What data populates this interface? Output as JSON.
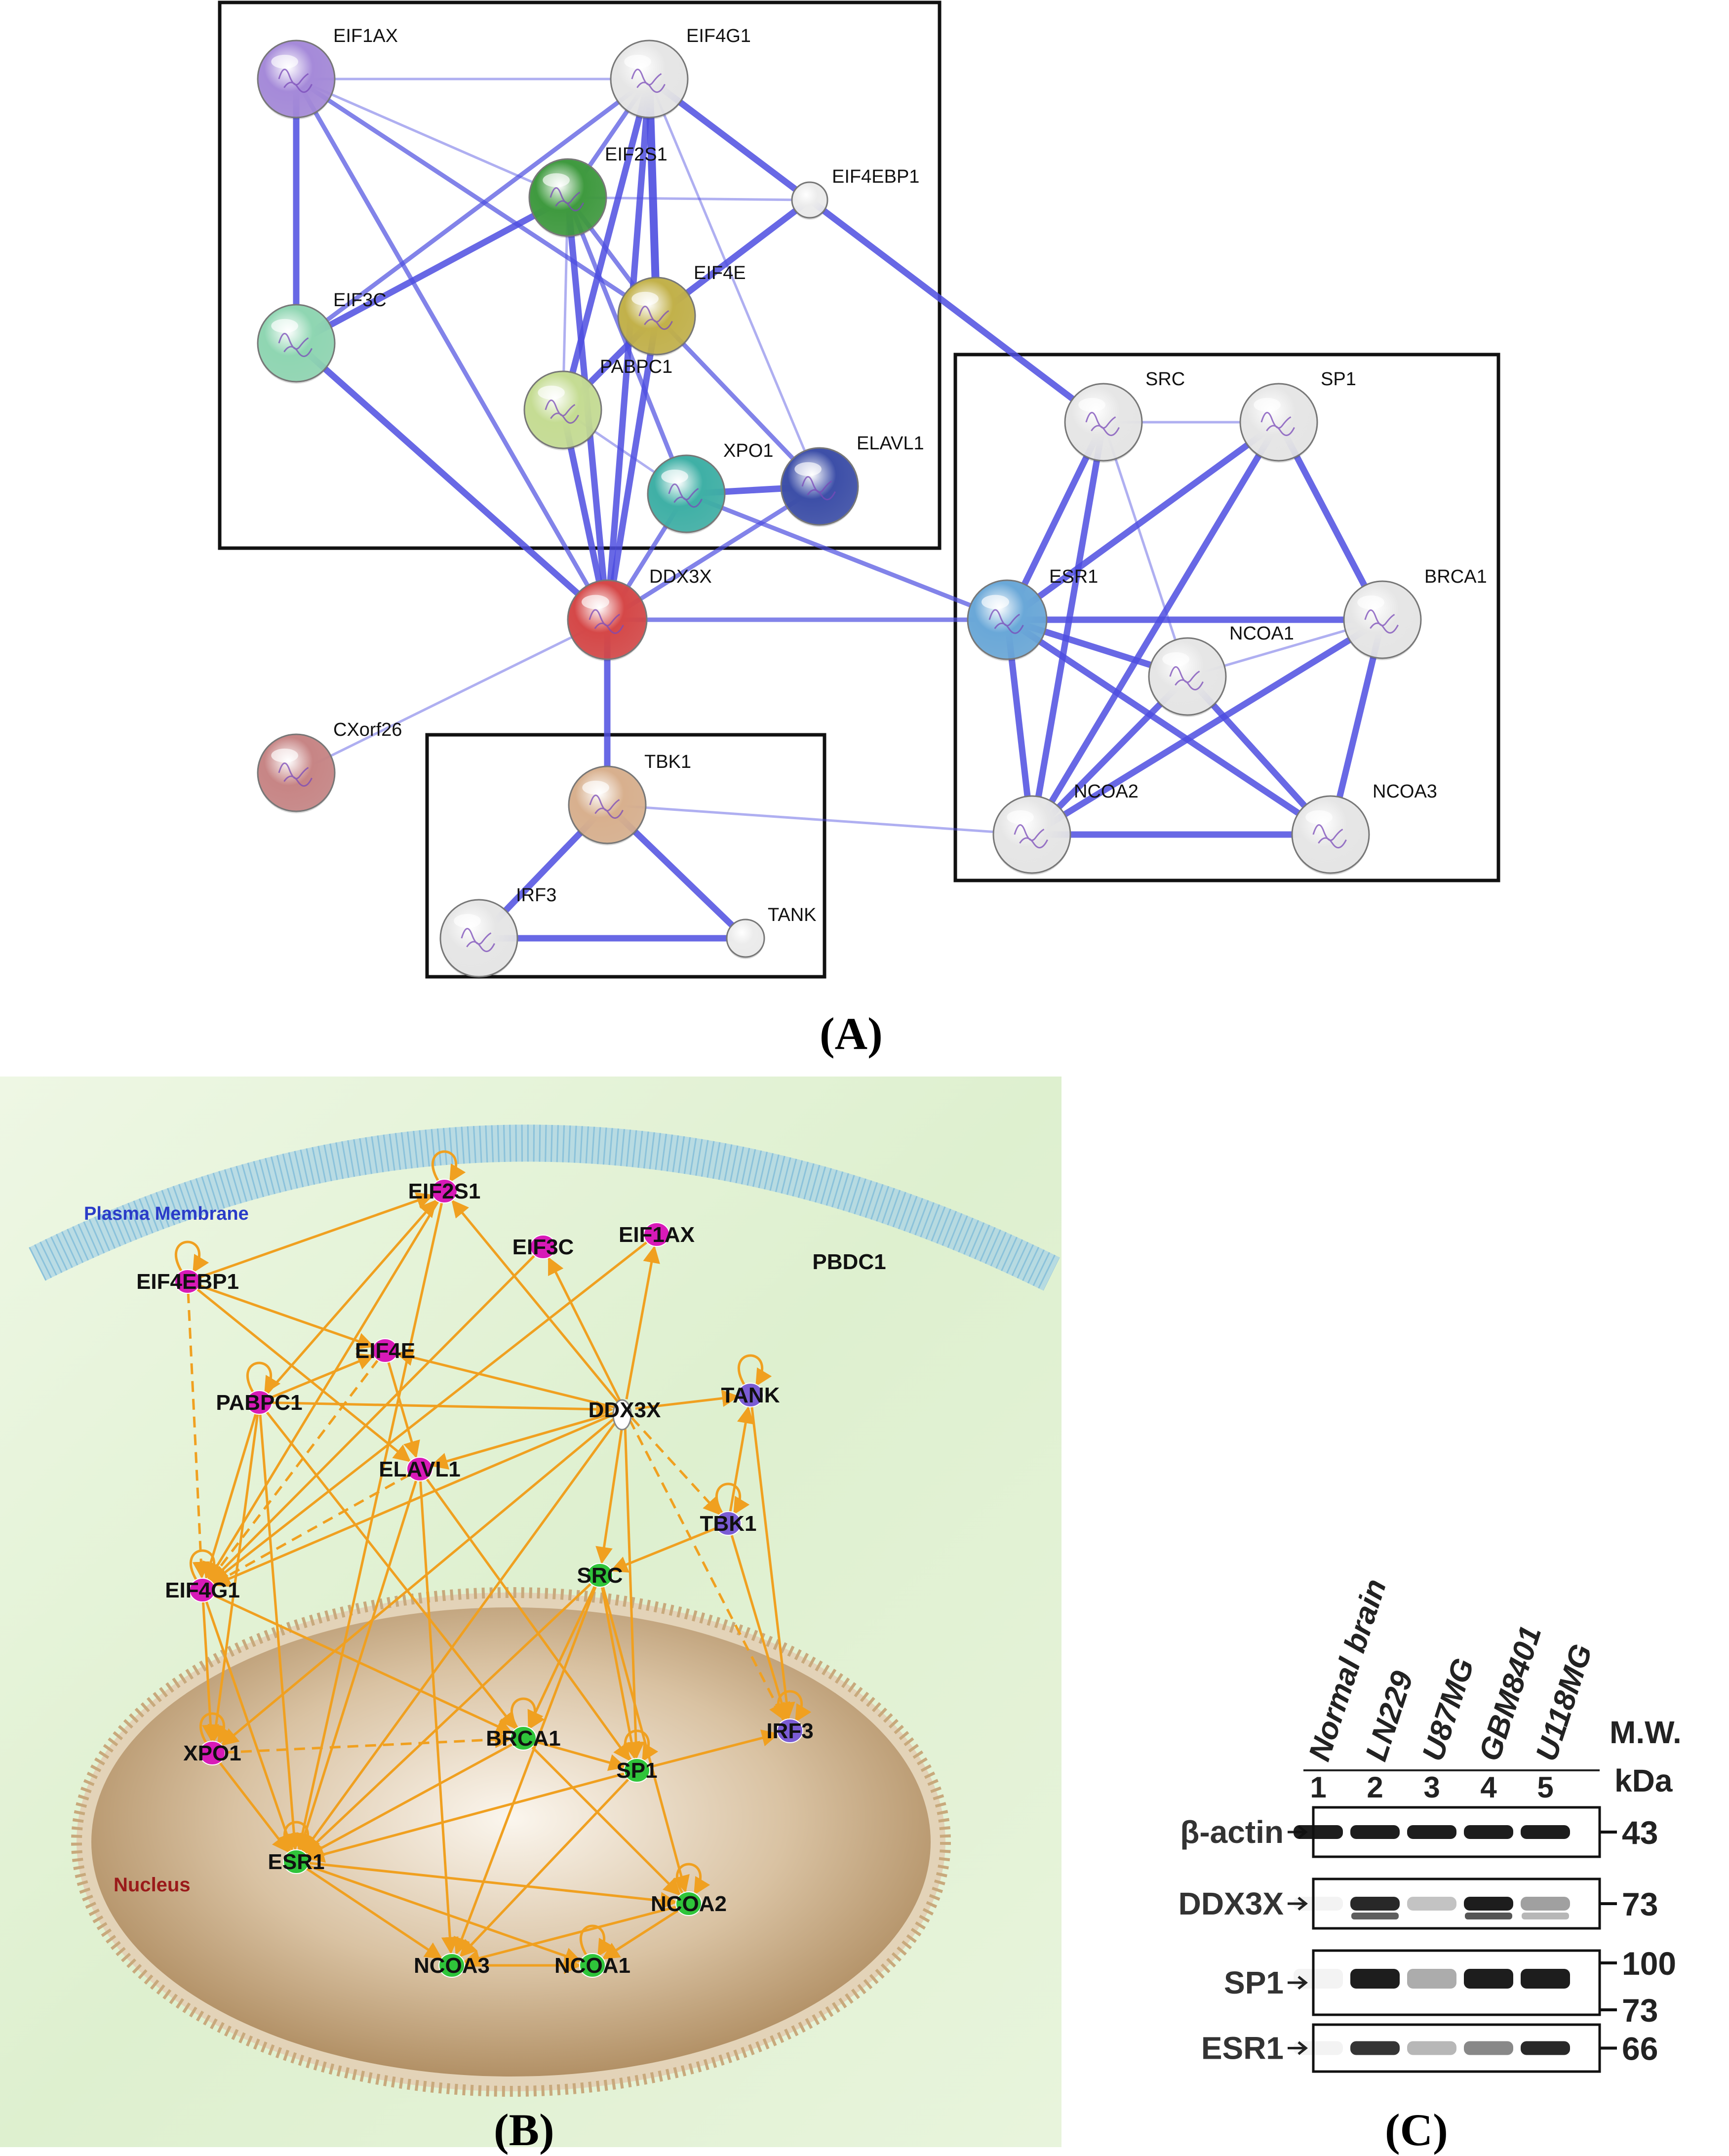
{
  "panel_a": {
    "caption": "(A)",
    "nodes": [
      {
        "id": "EIF1AX",
        "label": "EIF1AX",
        "color": "#a58ad9"
      },
      {
        "id": "EIF4G1",
        "label": "EIF4G1",
        "color": "#e6e6e6"
      },
      {
        "id": "EIF2S1",
        "label": "EIF2S1",
        "color": "#3f9a3f"
      },
      {
        "id": "EIF4EBP1",
        "label": "EIF4EBP1",
        "color": "#ececec"
      },
      {
        "id": "EIF3C",
        "label": "EIF3C",
        "color": "#8fd6b2"
      },
      {
        "id": "EIF4E",
        "label": "EIF4E",
        "color": "#c2b14a"
      },
      {
        "id": "PABPC1",
        "label": "PABPC1",
        "color": "#c5dc93"
      },
      {
        "id": "XPO1",
        "label": "XPO1",
        "color": "#3fb0a6"
      },
      {
        "id": "ELAVL1",
        "label": "ELAVL1",
        "color": "#3d4fa8"
      },
      {
        "id": "DDX3X",
        "label": "DDX3X",
        "color": "#d54848"
      },
      {
        "id": "CXorf26",
        "label": "CXorf26",
        "color": "#c78585"
      },
      {
        "id": "TBK1",
        "label": "TBK1",
        "color": "#d8b08e"
      },
      {
        "id": "IRF3",
        "label": "IRF3",
        "color": "#e6e6e6"
      },
      {
        "id": "TANK",
        "label": "TANK",
        "color": "#ececec"
      },
      {
        "id": "SRC",
        "label": "SRC",
        "color": "#e6e6e6"
      },
      {
        "id": "SP1",
        "label": "SP1",
        "color": "#e6e6e6"
      },
      {
        "id": "ESR1",
        "label": "ESR1",
        "color": "#6aa8d8"
      },
      {
        "id": "BRCA1",
        "label": "BRCA1",
        "color": "#e6e6e6"
      },
      {
        "id": "NCOA1",
        "label": "NCOA1",
        "color": "#e6e6e6"
      },
      {
        "id": "NCOA2",
        "label": "NCOA2",
        "color": "#e6e6e6"
      },
      {
        "id": "NCOA3",
        "label": "NCOA3",
        "color": "#e6e6e6"
      }
    ],
    "edges": [
      [
        "EIF1AX",
        "EIF4G1",
        1
      ],
      [
        "EIF1AX",
        "EIF3C",
        3
      ],
      [
        "EIF1AX",
        "EIF2S1",
        1
      ],
      [
        "EIF1AX",
        "EIF4E",
        2
      ],
      [
        "EIF1AX",
        "DDX3X",
        2
      ],
      [
        "EIF4G1",
        "EIF2S1",
        2
      ],
      [
        "EIF4G1",
        "EIF3C",
        2
      ],
      [
        "EIF4G1",
        "EIF4E",
        4
      ],
      [
        "EIF4G1",
        "EIF4EBP1",
        3
      ],
      [
        "EIF4G1",
        "PABPC1",
        3
      ],
      [
        "EIF4G1",
        "ELAVL1",
        1
      ],
      [
        "EIF4G1",
        "DDX3X",
        3
      ],
      [
        "EIF2S1",
        "EIF3C",
        3
      ],
      [
        "EIF2S1",
        "EIF4E",
        2
      ],
      [
        "EIF2S1",
        "EIF4EBP1",
        1
      ],
      [
        "EIF2S1",
        "PABPC1",
        1
      ],
      [
        "EIF2S1",
        "XPO1",
        2
      ],
      [
        "EIF2S1",
        "DDX3X",
        3
      ],
      [
        "EIF4EBP1",
        "EIF4E",
        3
      ],
      [
        "EIF4EBP1",
        "SRC",
        3
      ],
      [
        "EIF4E",
        "PABPC1",
        3
      ],
      [
        "EIF4E",
        "ELAVL1",
        2
      ],
      [
        "EIF4E",
        "DDX3X",
        3
      ],
      [
        "EIF3C",
        "DDX3X",
        3
      ],
      [
        "PABPC1",
        "DDX3X",
        3
      ],
      [
        "PABPC1",
        "XPO1",
        1
      ],
      [
        "XPO1",
        "ELAVL1",
        3
      ],
      [
        "XPO1",
        "DDX3X",
        2
      ],
      [
        "XPO1",
        "ESR1",
        2
      ],
      [
        "ELAVL1",
        "DDX3X",
        2
      ],
      [
        "DDX3X",
        "ESR1",
        2
      ],
      [
        "DDX3X",
        "CXorf26",
        1
      ],
      [
        "DDX3X",
        "TBK1",
        3
      ],
      [
        "TBK1",
        "IRF3",
        3
      ],
      [
        "TBK1",
        "TANK",
        3
      ],
      [
        "TBK1",
        "NCOA2",
        1
      ],
      [
        "IRF3",
        "TANK",
        3
      ],
      [
        "SRC",
        "SP1",
        1
      ],
      [
        "SRC",
        "ESR1",
        3
      ],
      [
        "SRC",
        "NCOA1",
        1
      ],
      [
        "SRC",
        "NCOA2",
        3
      ],
      [
        "SP1",
        "ESR1",
        3
      ],
      [
        "SP1",
        "BRCA1",
        3
      ],
      [
        "SP1",
        "NCOA2",
        3
      ],
      [
        "ESR1",
        "BRCA1",
        3
      ],
      [
        "ESR1",
        "NCOA1",
        3
      ],
      [
        "ESR1",
        "NCOA2",
        3
      ],
      [
        "ESR1",
        "NCOA3",
        3
      ],
      [
        "BRCA1",
        "NCOA1",
        1
      ],
      [
        "BRCA1",
        "NCOA2",
        3
      ],
      [
        "BRCA1",
        "NCOA3",
        3
      ],
      [
        "NCOA1",
        "NCOA2",
        3
      ],
      [
        "NCOA1",
        "NCOA3",
        3
      ],
      [
        "NCOA2",
        "NCOA3",
        3
      ],
      [
        "ESR1",
        "NCOA2_b",
        0
      ]
    ]
  },
  "panel_b": {
    "caption": "(B)",
    "membrane_label": "Plasma Membrane",
    "nucleus_label": "Nucleus",
    "colors": {
      "magenta": "#d81ab8",
      "green": "#2fc43a",
      "purple": "#7a5cd4",
      "white": "#ffffff",
      "edge": "#f0a020",
      "membrane": "#b8dcec",
      "nucleus": "#c9ab86"
    },
    "nodes": [
      {
        "id": "EIF2S1",
        "label": "EIF2S1",
        "type": "magenta"
      },
      {
        "id": "EIF3C",
        "label": "EIF3C",
        "type": "magenta"
      },
      {
        "id": "EIF1AX",
        "label": "EIF1AX",
        "type": "magenta"
      },
      {
        "id": "PBDC1",
        "label": "PBDC1",
        "type": "none"
      },
      {
        "id": "EIF4EBP1",
        "label": "EIF4EBP1",
        "type": "magenta"
      },
      {
        "id": "EIF4E",
        "label": "EIF4E",
        "type": "magenta"
      },
      {
        "id": "PABPC1",
        "label": "PABPC1",
        "type": "magenta"
      },
      {
        "id": "DDX3X",
        "label": "DDX3X",
        "type": "white"
      },
      {
        "id": "TANK",
        "label": "TANK",
        "type": "purple"
      },
      {
        "id": "ELAVL1",
        "label": "ELAVL1",
        "type": "magenta"
      },
      {
        "id": "TBK1",
        "label": "TBK1",
        "type": "purple"
      },
      {
        "id": "EIF4G1",
        "label": "EIF4G1",
        "type": "magenta"
      },
      {
        "id": "SRC",
        "label": "SRC",
        "type": "green"
      },
      {
        "id": "XPO1",
        "label": "XPO1",
        "type": "magenta"
      },
      {
        "id": "BRCA1",
        "label": "BRCA1",
        "type": "green"
      },
      {
        "id": "SP1",
        "label": "SP1",
        "type": "green"
      },
      {
        "id": "IRF3",
        "label": "IRF3",
        "type": "purple"
      },
      {
        "id": "ESR1",
        "label": "ESR1",
        "type": "green"
      },
      {
        "id": "NCOA2",
        "label": "NCOA2",
        "type": "green"
      },
      {
        "id": "NCOA3",
        "label": "NCOA3",
        "type": "green"
      },
      {
        "id": "NCOA1",
        "label": "NCOA1",
        "type": "green"
      }
    ],
    "edges": [
      [
        "EIF4EBP1",
        "EIF4E"
      ],
      [
        "EIF4EBP1",
        "EIF2S1"
      ],
      [
        "EIF4EBP1",
        "EIF4G1"
      ],
      [
        "EIF4EBP1",
        "ELAVL1"
      ],
      [
        "PABPC1",
        "EIF4E"
      ],
      [
        "PABPC1",
        "EIF2S1"
      ],
      [
        "PABPC1",
        "EIF4G1"
      ],
      [
        "PABPC1",
        "ESR1"
      ],
      [
        "PABPC1",
        "DDX3X"
      ],
      [
        "PABPC1",
        "BRCA1"
      ],
      [
        "PABPC1",
        "XPO1"
      ],
      [
        "DDX3X",
        "EIF2S1"
      ],
      [
        "DDX3X",
        "EIF3C"
      ],
      [
        "DDX3X",
        "EIF1AX"
      ],
      [
        "DDX3X",
        "EIF4E"
      ],
      [
        "DDX3X",
        "TANK"
      ],
      [
        "DDX3X",
        "ELAVL1"
      ],
      [
        "DDX3X",
        "EIF4G1"
      ],
      [
        "DDX3X",
        "TBK1"
      ],
      [
        "DDX3X",
        "SRC"
      ],
      [
        "DDX3X",
        "SP1"
      ],
      [
        "DDX3X",
        "IRF3"
      ],
      [
        "DDX3X",
        "ESR1"
      ],
      [
        "DDX3X",
        "XPO1"
      ],
      [
        "EIF2S1",
        "EIF4G1"
      ],
      [
        "EIF3C",
        "EIF4G1"
      ],
      [
        "EIF1AX",
        "EIF4G1"
      ],
      [
        "EIF2S1",
        "ESR1"
      ],
      [
        "EIF4E",
        "ELAVL1"
      ],
      [
        "EIF4E",
        "EIF4G1"
      ],
      [
        "TBK1",
        "TANK"
      ],
      [
        "TBK1",
        "IRF3"
      ],
      [
        "TBK1",
        "SRC"
      ],
      [
        "TANK",
        "IRF3"
      ],
      [
        "ELAVL1",
        "EIF4G1"
      ],
      [
        "ELAVL1",
        "ESR1"
      ],
      [
        "ELAVL1",
        "NCOA3"
      ],
      [
        "ELAVL1",
        "SP1"
      ],
      [
        "EIF4G1",
        "XPO1"
      ],
      [
        "EIF4G1",
        "ESR1"
      ],
      [
        "EIF4G1",
        "BRCA1"
      ],
      [
        "SRC",
        "ESR1"
      ],
      [
        "SRC",
        "SP1"
      ],
      [
        "SRC",
        "BRCA1"
      ],
      [
        "SRC",
        "NCOA2"
      ],
      [
        "SRC",
        "NCOA3"
      ],
      [
        "XPO1",
        "BRCA1"
      ],
      [
        "XPO1",
        "ESR1"
      ],
      [
        "BRCA1",
        "ESR1"
      ],
      [
        "BRCA1",
        "NCOA2"
      ],
      [
        "BRCA1",
        "SP1"
      ],
      [
        "SP1",
        "ESR1"
      ],
      [
        "SP1",
        "IRF3"
      ],
      [
        "SP1",
        "NCOA3"
      ],
      [
        "ESR1",
        "NCOA2"
      ],
      [
        "ESR1",
        "NCOA3"
      ],
      [
        "ESR1",
        "NCOA1"
      ],
      [
        "NCOA3",
        "NCOA1"
      ],
      [
        "NCOA2",
        "NCOA1"
      ],
      [
        "NCOA2",
        "NCOA3"
      ]
    ]
  },
  "panel_c": {
    "caption": "(C)",
    "lanes": [
      "Normal brain",
      "LN229",
      "U87MG",
      "GBM8401",
      "U118MG"
    ],
    "lane_numbers": [
      "1",
      "2",
      "3",
      "4",
      "5"
    ],
    "mw_header_1": "M.W.",
    "mw_header_2": "kDa",
    "blots": [
      {
        "label": "β-actin",
        "markers": [
          "43"
        ],
        "intensity": [
          0.95,
          0.95,
          0.95,
          0.95,
          0.95
        ]
      },
      {
        "label": "DDX3X",
        "markers": [
          "73"
        ],
        "intensity": [
          0.05,
          0.9,
          0.25,
          0.95,
          0.4
        ]
      },
      {
        "label": "SP1",
        "markers": [
          "100",
          "73"
        ],
        "intensity": [
          0.05,
          0.95,
          0.35,
          0.95,
          0.95
        ]
      },
      {
        "label": "ESR1",
        "markers": [
          "66"
        ],
        "intensity": [
          0.05,
          0.85,
          0.3,
          0.5,
          0.9
        ]
      }
    ]
  }
}
